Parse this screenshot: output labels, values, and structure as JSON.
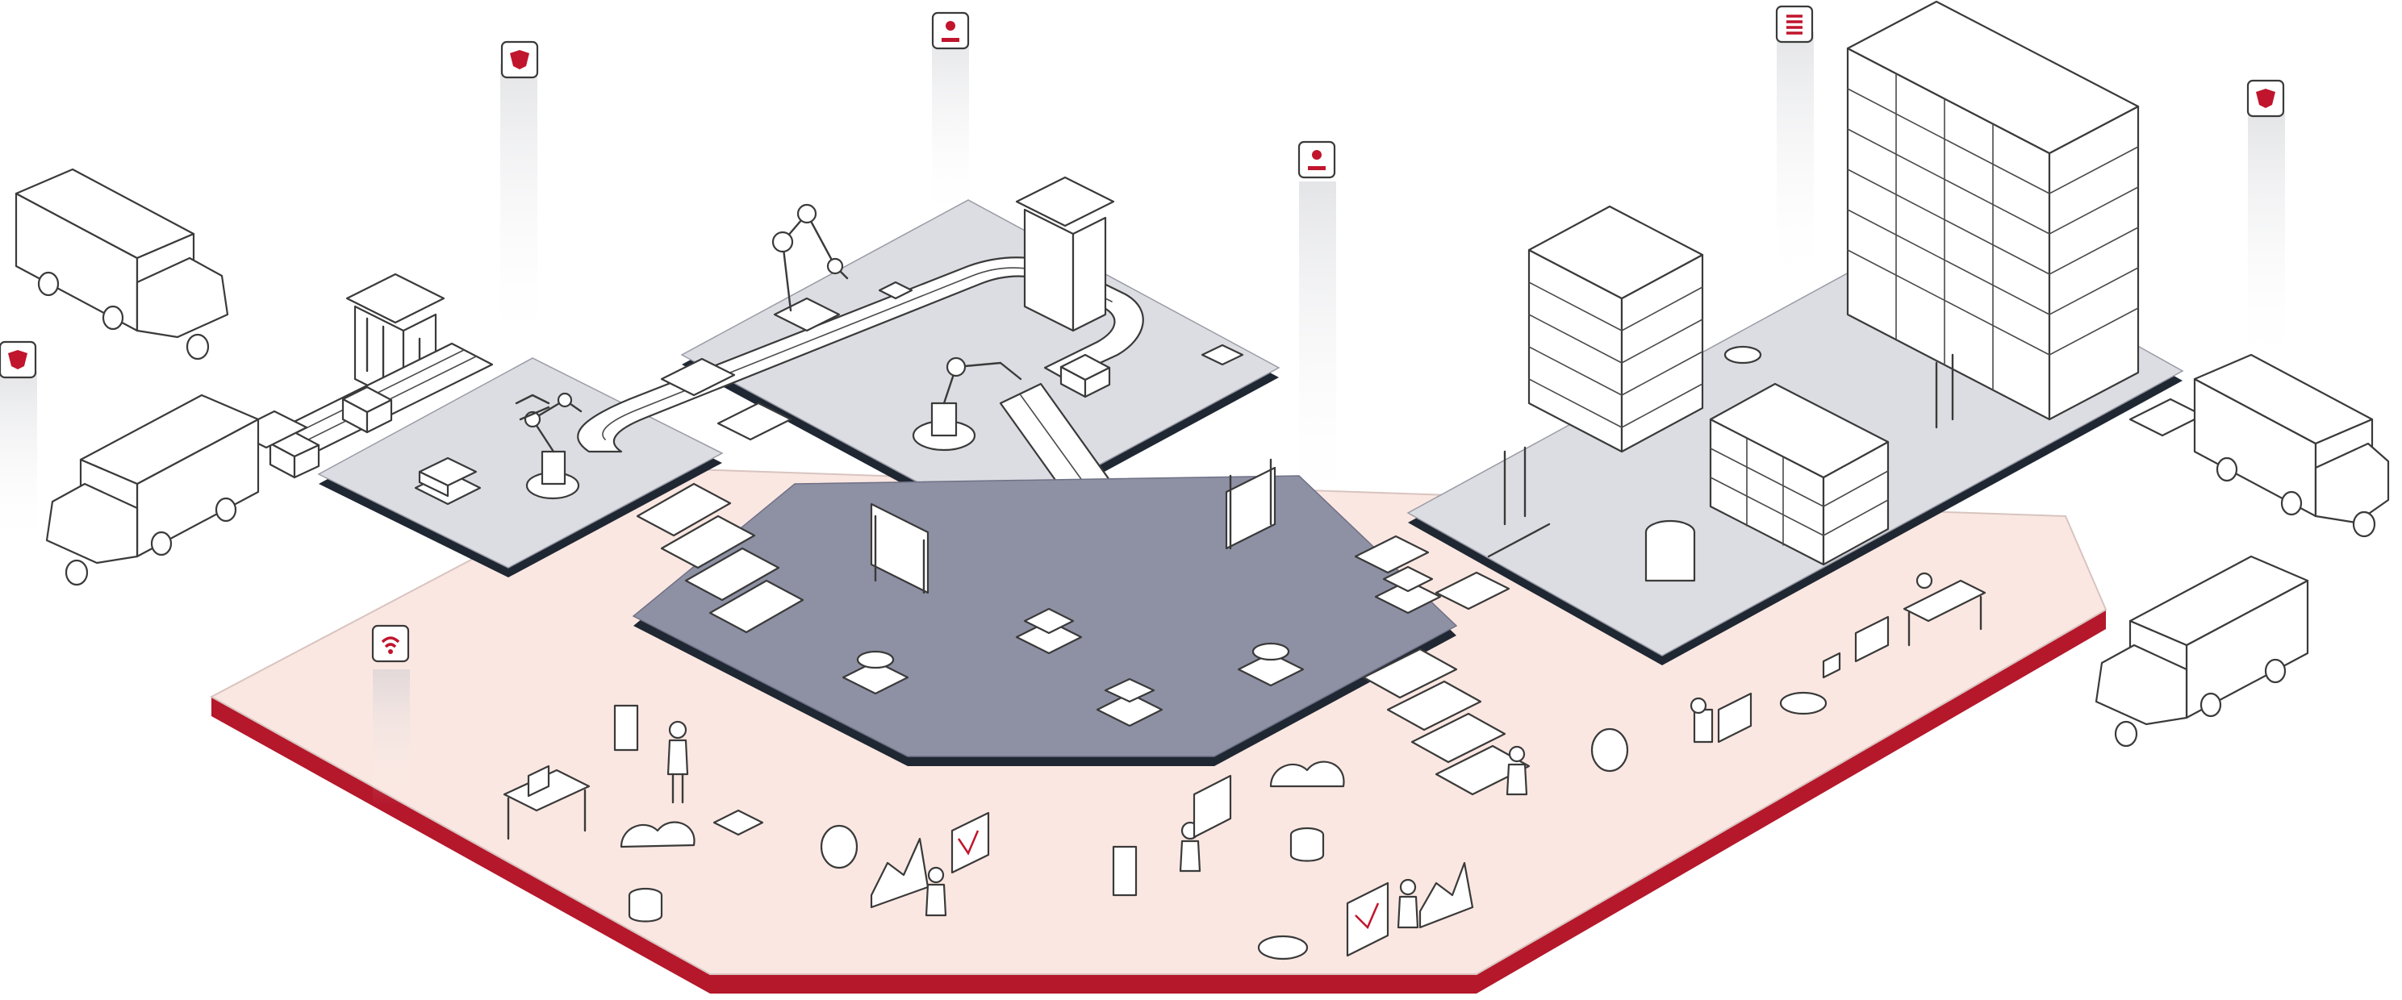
{
  "scene": {
    "colors": {
      "background": "#ffffff",
      "floor_base": "#fbe7e1",
      "floor_edge": "#b5172b",
      "platform_light": "#dcdde2",
      "platform_dark": "#8e90a4",
      "platform_edge": "#1f2733",
      "line": "#3a3a3a",
      "accent": "#c0152c",
      "pillar": "#d8d9de"
    },
    "icon_markers": [
      {
        "name": "truck-dock-icon",
        "zone": "inbound-dock"
      },
      {
        "name": "robot-handling-icon",
        "zone": "robotic-picking"
      },
      {
        "name": "operator-icon",
        "zone": "packing-line"
      },
      {
        "name": "operator-icon",
        "zone": "transport"
      },
      {
        "name": "shelving-icon",
        "zone": "storage"
      },
      {
        "name": "truck-dock-icon",
        "zone": "outbound-dock"
      },
      {
        "name": "wireless-icon",
        "zone": "software-layer"
      }
    ],
    "zones": [
      {
        "name": "inbound-trucks",
        "count": 2
      },
      {
        "name": "robotic-cell-platform"
      },
      {
        "name": "conveyor-robot-platform"
      },
      {
        "name": "agv-transport-platform"
      },
      {
        "name": "automated-storage-platform"
      },
      {
        "name": "outbound-trucks",
        "count": 2
      },
      {
        "name": "software-floor"
      }
    ]
  }
}
